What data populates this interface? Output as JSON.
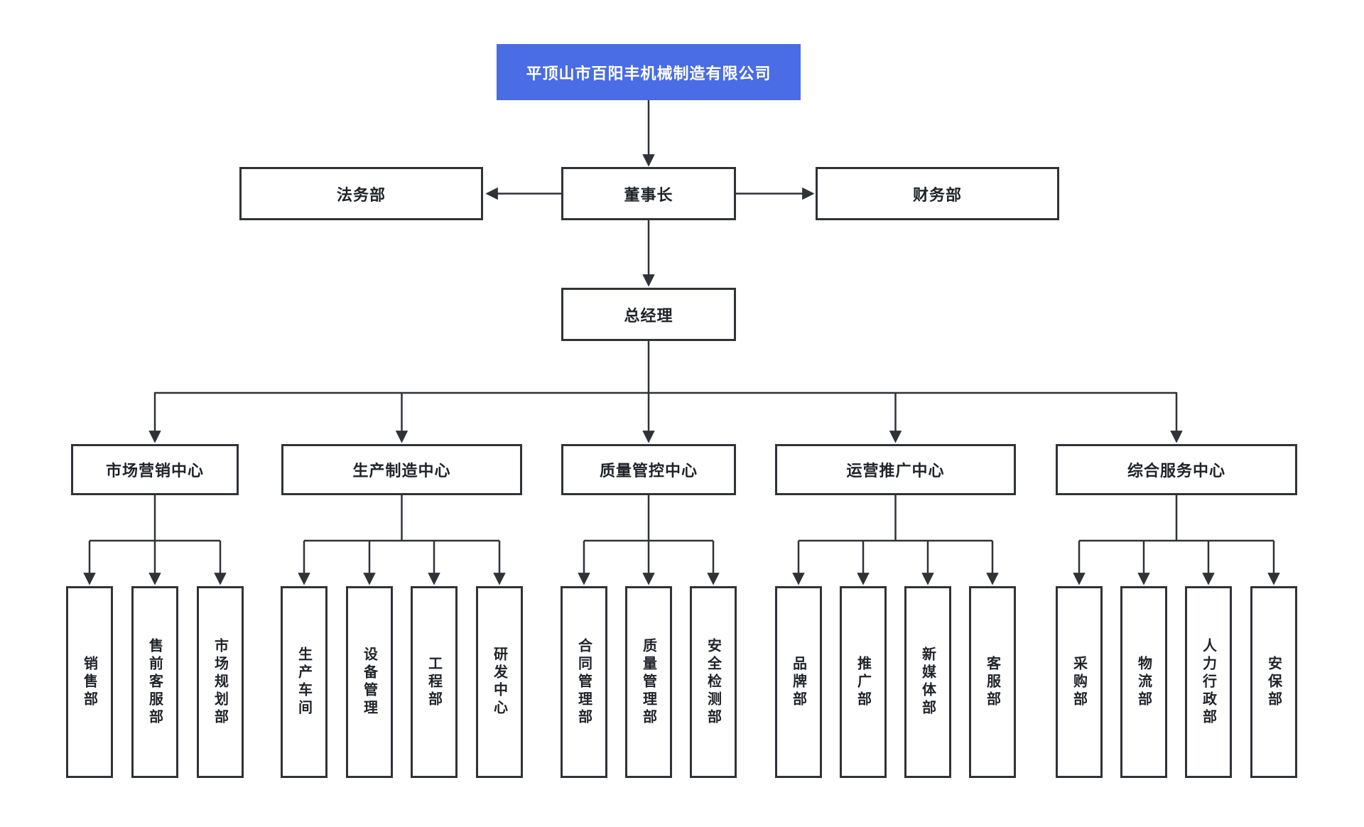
{
  "org": {
    "root": {
      "label": "平顶山市百阳丰机械制造有限公司"
    },
    "legal": {
      "label": "法务部"
    },
    "chairman": {
      "label": "董事长"
    },
    "finance": {
      "label": "财务部"
    },
    "gm": {
      "label": "总经理"
    },
    "centers": [
      {
        "label": "市场营销中心",
        "children": [
          "销售部",
          "售前客服部",
          "市场规划部"
        ]
      },
      {
        "label": "生产制造中心",
        "children": [
          "生产车间",
          "设备管理",
          "工程部",
          "研发中心"
        ]
      },
      {
        "label": "质量管控中心",
        "children": [
          "合同管理部",
          "质量管理部",
          "安全检测部"
        ]
      },
      {
        "label": "运营推广中心",
        "children": [
          "品牌部",
          "推广部",
          "新媒体部",
          "客服部"
        ]
      },
      {
        "label": "综合服务中心",
        "children": [
          "采购部",
          "物流部",
          "人力行政部",
          "安保部"
        ]
      }
    ],
    "colors": {
      "root_bg": "#4a6ce4",
      "root_text": "#ffffff",
      "node_bg": "#ffffff",
      "node_border": "#2f3338",
      "connector": "#2f3338",
      "text": "#1f2329"
    }
  }
}
